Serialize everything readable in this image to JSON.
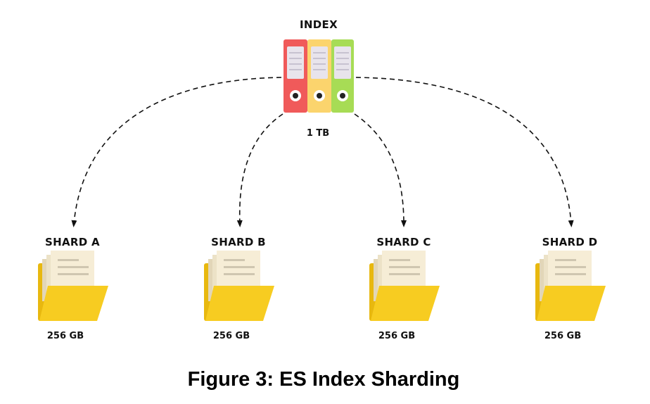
{
  "index": {
    "title": "INDEX",
    "size": "1 TB",
    "binder_colors": [
      "#f05a5a",
      "#fbd46d",
      "#a7dc55"
    ]
  },
  "shards": [
    {
      "label": "SHARD A",
      "size": "256 GB"
    },
    {
      "label": "SHARD B",
      "size": "256 GB"
    },
    {
      "label": "SHARD C",
      "size": "256 GB"
    },
    {
      "label": "SHARD D",
      "size": "256 GB"
    }
  ],
  "caption": "Figure 3: ES Index Sharding",
  "colors": {
    "folder": "#f7cc21",
    "folder_back": "#e8b80f",
    "paper": "#f6edd6",
    "paper_lines": "#cfc6b0",
    "line": "#111111"
  },
  "icons": {
    "index": "binders-icon",
    "shard": "folder-icon"
  }
}
